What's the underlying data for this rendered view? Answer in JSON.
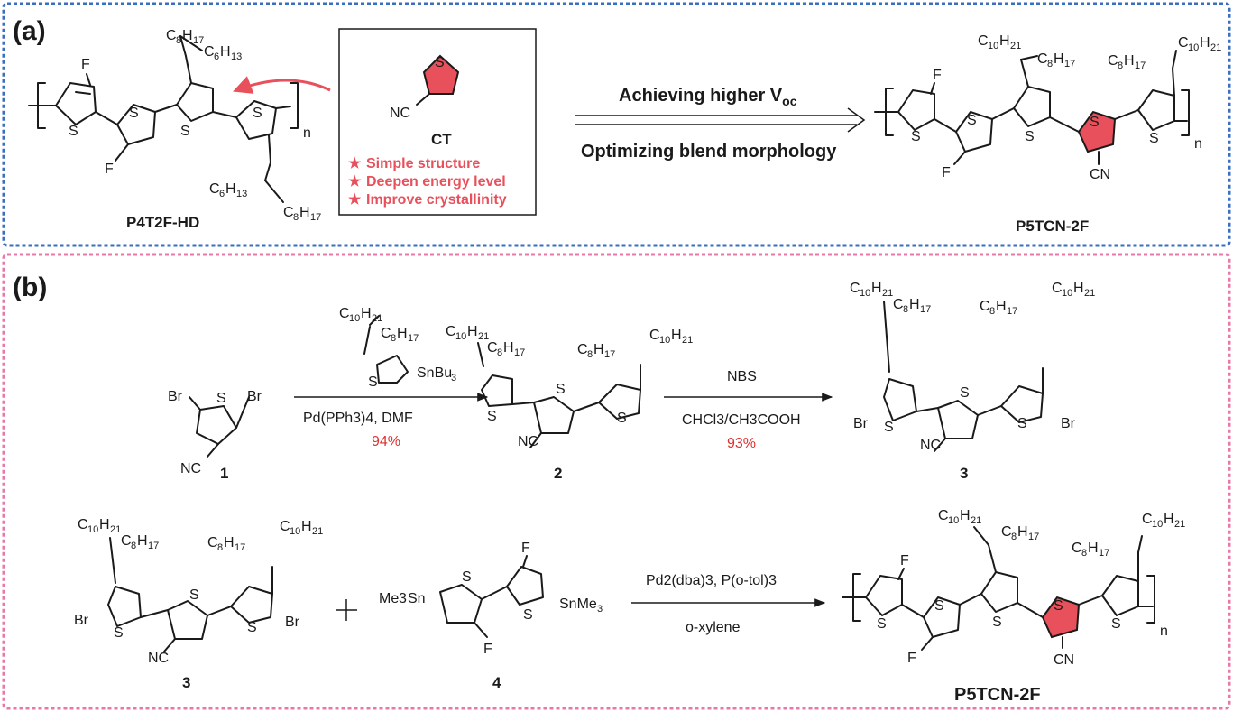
{
  "panels": {
    "a_label": "(a)",
    "b_label": "(b)"
  },
  "colors": {
    "frame_a": "#3a6fbf",
    "frame_b": "#e878a8",
    "highlight": "#e8505b",
    "yield": "#e03030"
  },
  "panel_a": {
    "left_polymer_name": "P4T2F-HD",
    "right_polymer_name": "P5TCN-2F",
    "ct_box": {
      "name": "CT",
      "features": [
        "Simple structure",
        "Deepen energy level",
        "Improve crystallinity"
      ]
    },
    "arrow_top_text": "Achieving higher V",
    "arrow_top_subscript": "oc",
    "arrow_bottom_text": "Optimizing blend morphology"
  },
  "panel_b": {
    "step1": {
      "reagent": "Pd(PPh3)4, DMF",
      "yield": "94%"
    },
    "step2": {
      "reagent_top": "NBS",
      "reagent_bottom": "CHCl3/CH3COOH",
      "yield": "93%"
    },
    "step3": {
      "reagent_top": "Pd2(dba)3, P(o-tol)3",
      "reagent_bottom": "o-xylene"
    },
    "compounds": [
      "1",
      "2",
      "3",
      "3",
      "4"
    ],
    "product_name": "P5TCN-2F"
  }
}
